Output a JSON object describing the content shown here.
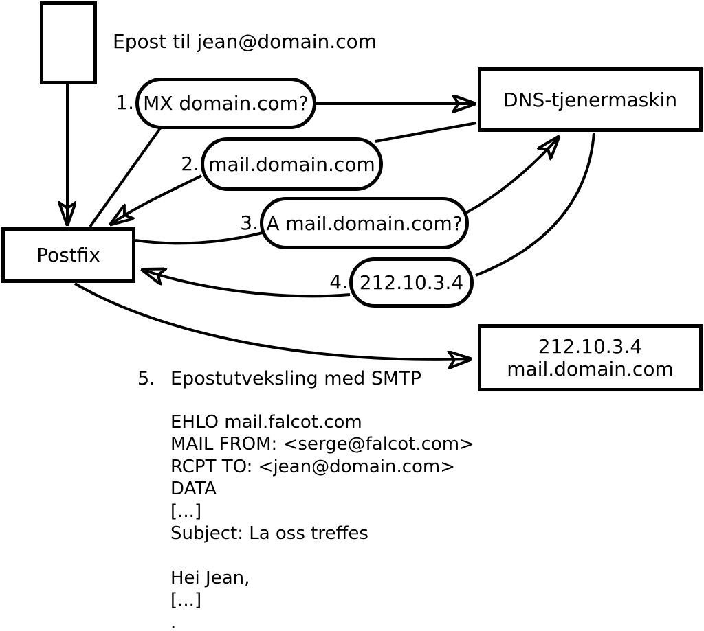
{
  "colors": {
    "ink": "#000000",
    "paper": "#ffffff"
  },
  "title": "Epost til jean@domain.com",
  "nodes": {
    "postfix": "Postfix",
    "dns_server": "DNS-tjenermaskin",
    "mail_server": {
      "ip": "212.10.3.4",
      "hostname": "mail.domain.com"
    }
  },
  "exchanges": [
    {
      "num": "1.",
      "label": "MX domain.com?"
    },
    {
      "num": "2.",
      "label": "mail.domain.com"
    },
    {
      "num": "3.",
      "label": "A mail.domain.com?"
    },
    {
      "num": "4.",
      "label": "212.10.3.4"
    }
  ],
  "step5": {
    "num": "5.",
    "label": "Epostutveksling med SMTP"
  },
  "smtp_session": [
    "EHLO mail.falcot.com",
    "MAIL FROM: <serge@falcot.com>",
    "RCPT TO: <jean@domain.com>",
    "DATA",
    "[...]",
    "Subject: La oss treffes",
    "",
    "Hei Jean,",
    "[...]",
    "."
  ]
}
